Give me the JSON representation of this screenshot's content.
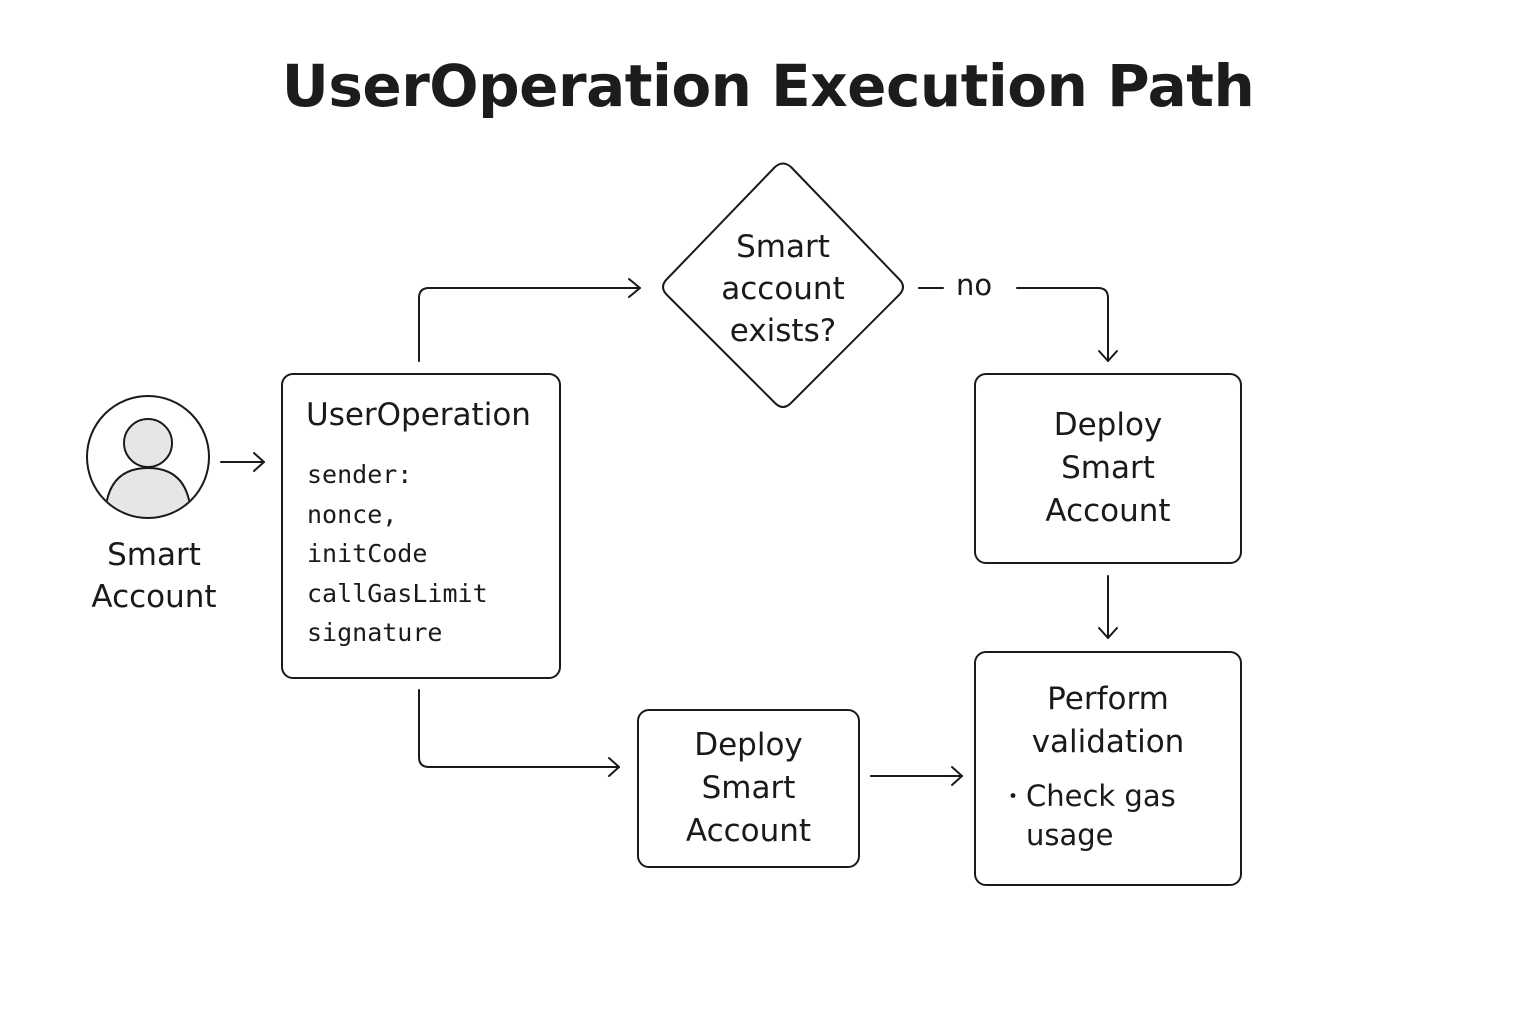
{
  "title": "UserOperation Execution Path",
  "actor": {
    "label_line1": "Smart",
    "label_line2": "Account",
    "icon": "user-avatar-icon"
  },
  "user_operation": {
    "title": "UserOperation",
    "fields": [
      "sender:",
      "nonce,",
      "initCode",
      "callGasLimit",
      "signature"
    ]
  },
  "decision": {
    "line1": "Smart",
    "line2": "account",
    "line3": "exists?",
    "no_label": "no"
  },
  "deploy_right": {
    "line1": "Deploy",
    "line2": "Smart",
    "line3": "Account"
  },
  "deploy_bottom": {
    "line1": "Deploy",
    "line2": "Smart",
    "line3": "Account"
  },
  "perform_validation": {
    "line1": "Perform",
    "line2": "validation",
    "bullet": "•",
    "bullet_line1": "Check gas",
    "bullet_line2": "usage"
  }
}
